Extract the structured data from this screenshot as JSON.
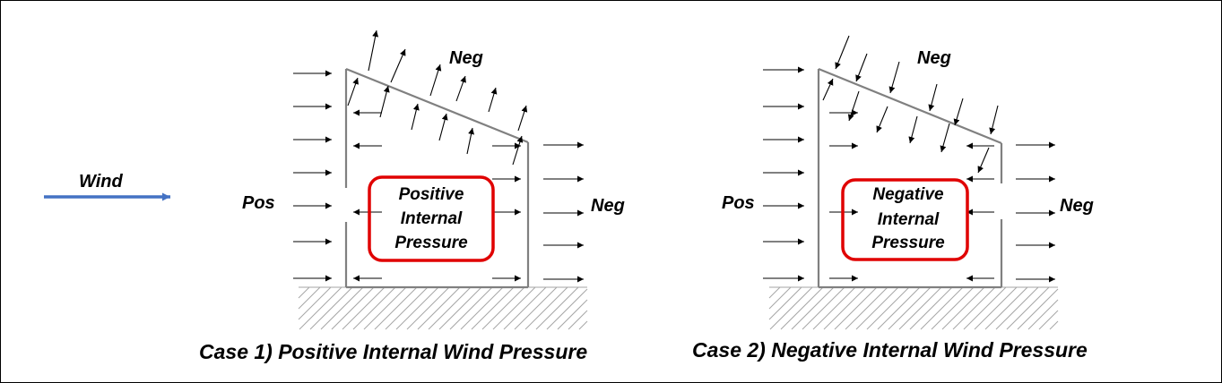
{
  "wind": {
    "label": "Wind",
    "arrow_color": "#4472C4"
  },
  "case1": {
    "caption": "Case 1) Positive Internal Wind Pressure",
    "roof_label": "Neg",
    "windward_label": "Pos",
    "leeward_label": "Neg",
    "box_line1": "Positive",
    "box_line2": "Internal",
    "box_line3": "Pressure"
  },
  "case2": {
    "caption": "Case 2) Negative Internal Wind Pressure",
    "roof_label": "Neg",
    "windward_label": "Pos",
    "leeward_label": "Neg",
    "box_line1": "Negative",
    "box_line2": "Internal",
    "box_line3": "Pressure"
  },
  "colors": {
    "highlight_box": "#E00000",
    "building_outline": "#808080",
    "arrows": "#000000",
    "ground_hatch": "#A6A6A6"
  }
}
